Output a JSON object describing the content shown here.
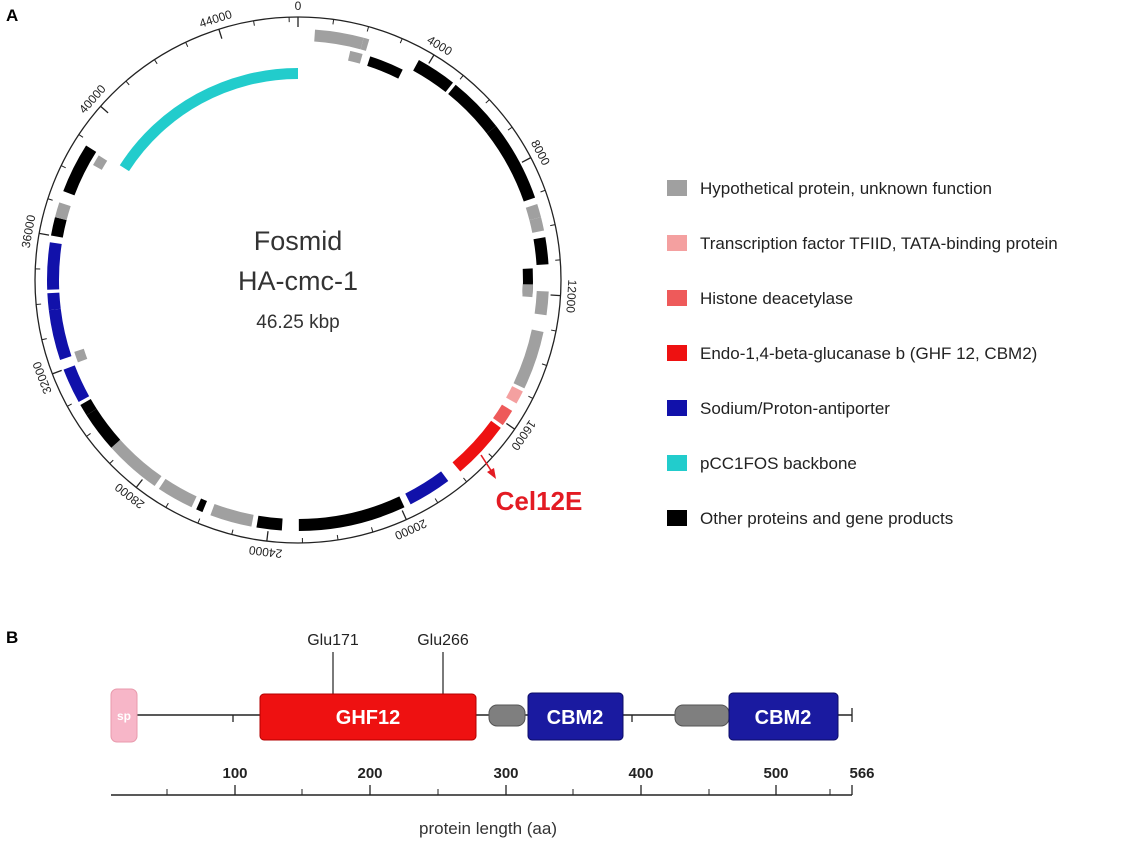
{
  "panel_a": {
    "label": "A",
    "center_title_1": "Fosmid",
    "center_title_2": "HA-cmc-1",
    "center_size": "46.25 kbp",
    "tick_labels": [
      "0",
      "4000",
      "8000",
      "12000",
      "16000",
      "20000",
      "24000",
      "28000",
      "32000",
      "36000",
      "40000",
      "44000"
    ],
    "callout_label": "Cel12E",
    "callout_color": "#e31b23",
    "colors": {
      "hypothetical": "#a0a0a0",
      "tfiid": "#f4a0a0",
      "histone": "#ee5a5a",
      "endo": "#ee1111",
      "antiporter": "#1111aa",
      "backbone": "#22cccc",
      "other": "#000000"
    },
    "genes": [
      {
        "start": 500,
        "end": 1950,
        "track": "outer",
        "type": "hypothetical"
      },
      {
        "start": 1950,
        "end": 2120,
        "track": "outer",
        "type": "hypothetical"
      },
      {
        "start": 1650,
        "end": 2050,
        "track": "inner",
        "type": "hypothetical"
      },
      {
        "start": 2300,
        "end": 3400,
        "track": "inner",
        "type": "other"
      },
      {
        "start": 3700,
        "end": 4900,
        "track": "outer",
        "type": "other"
      },
      {
        "start": 5000,
        "end": 6700,
        "track": "outer",
        "type": "other"
      },
      {
        "start": 6700,
        "end": 9100,
        "track": "outer",
        "type": "other"
      },
      {
        "start": 9300,
        "end": 9700,
        "track": "outer",
        "type": "hypothetical"
      },
      {
        "start": 9700,
        "end": 10100,
        "track": "outer",
        "type": "hypothetical"
      },
      {
        "start": 10300,
        "end": 11100,
        "track": "outer",
        "type": "other"
      },
      {
        "start": 11200,
        "end": 12050,
        "track": "inner",
        "type": "other"
      },
      {
        "start": 11700,
        "end": 12100,
        "track": "inner",
        "type": "hypothetical"
      },
      {
        "start": 11900,
        "end": 12600,
        "track": "outer",
        "type": "hypothetical"
      },
      {
        "start": 13100,
        "end": 14850,
        "track": "outer",
        "type": "hypothetical"
      },
      {
        "start": 14950,
        "end": 15350,
        "track": "outer",
        "type": "tfiid"
      },
      {
        "start": 15600,
        "end": 16100,
        "track": "outer",
        "type": "histone"
      },
      {
        "start": 16200,
        "end": 17950,
        "track": "outer",
        "type": "endo"
      },
      {
        "start": 18400,
        "end": 19700,
        "track": "outer",
        "type": "antiporter"
      },
      {
        "start": 19900,
        "end": 23100,
        "track": "outer",
        "type": "other"
      },
      {
        "start": 23600,
        "end": 24350,
        "track": "outer",
        "type": "other"
      },
      {
        "start": 24500,
        "end": 25750,
        "track": "outer",
        "type": "hypothetical"
      },
      {
        "start": 26000,
        "end": 26200,
        "track": "outer",
        "type": "other"
      },
      {
        "start": 26350,
        "end": 27450,
        "track": "outer",
        "type": "hypothetical"
      },
      {
        "start": 27600,
        "end": 29300,
        "track": "outer",
        "type": "hypothetical"
      },
      {
        "start": 29300,
        "end": 30500,
        "track": "outer",
        "type": "other"
      },
      {
        "start": 30500,
        "end": 30850,
        "track": "outer",
        "type": "other"
      },
      {
        "start": 30950,
        "end": 32000,
        "track": "outer",
        "type": "antiporter"
      },
      {
        "start": 32050,
        "end": 32400,
        "track": "inner",
        "type": "hypothetical"
      },
      {
        "start": 32300,
        "end": 33800,
        "track": "outer",
        "type": "antiporter"
      },
      {
        "start": 33800,
        "end": 34300,
        "track": "outer",
        "type": "antiporter"
      },
      {
        "start": 34400,
        "end": 35800,
        "track": "outer",
        "type": "antiporter"
      },
      {
        "start": 36000,
        "end": 36550,
        "track": "outer",
        "type": "other"
      },
      {
        "start": 36550,
        "end": 37000,
        "track": "outer",
        "type": "hypothetical"
      },
      {
        "start": 37350,
        "end": 38850,
        "track": "outer",
        "type": "other"
      },
      {
        "start": 38450,
        "end": 38800,
        "track": "inner",
        "type": "hypothetical"
      },
      {
        "start": 38900,
        "end": 46250,
        "track": "backbone",
        "type": "backbone"
      }
    ]
  },
  "legend": [
    {
      "label": "Hypothetical protein, unknown function",
      "color": "#a0a0a0"
    },
    {
      "label": "Transcription factor TFIID, TATA-binding protein",
      "color": "#f4a0a0"
    },
    {
      "label": "Histone deacetylase",
      "color": "#ee5a5a"
    },
    {
      "label": "Endo-1,4-beta-glucanase b (GHF 12, CBM2)",
      "color": "#ee1111"
    },
    {
      "label": "Sodium/Proton-antiporter",
      "color": "#1111aa"
    },
    {
      "label": "pCC1FOS backbone",
      "color": "#22cccc"
    },
    {
      "label": "Other proteins and gene products",
      "color": "#000000"
    }
  ],
  "panel_b": {
    "label": "B",
    "residues": [
      "Glu171",
      "Glu266"
    ],
    "domains": [
      {
        "label": "sp",
        "color": "#f7b6c8"
      },
      {
        "label": "GHF12",
        "color": "#ee1111"
      },
      {
        "label": "",
        "color": "#7f7f7f"
      },
      {
        "label": "CBM2",
        "color": "#1a1aa0"
      },
      {
        "label": "",
        "color": "#7f7f7f"
      },
      {
        "label": "CBM2",
        "color": "#1a1aa0"
      }
    ],
    "scale_labels": [
      "100",
      "200",
      "300",
      "400",
      "500",
      "566"
    ],
    "xlabel": "protein length (aa)"
  }
}
